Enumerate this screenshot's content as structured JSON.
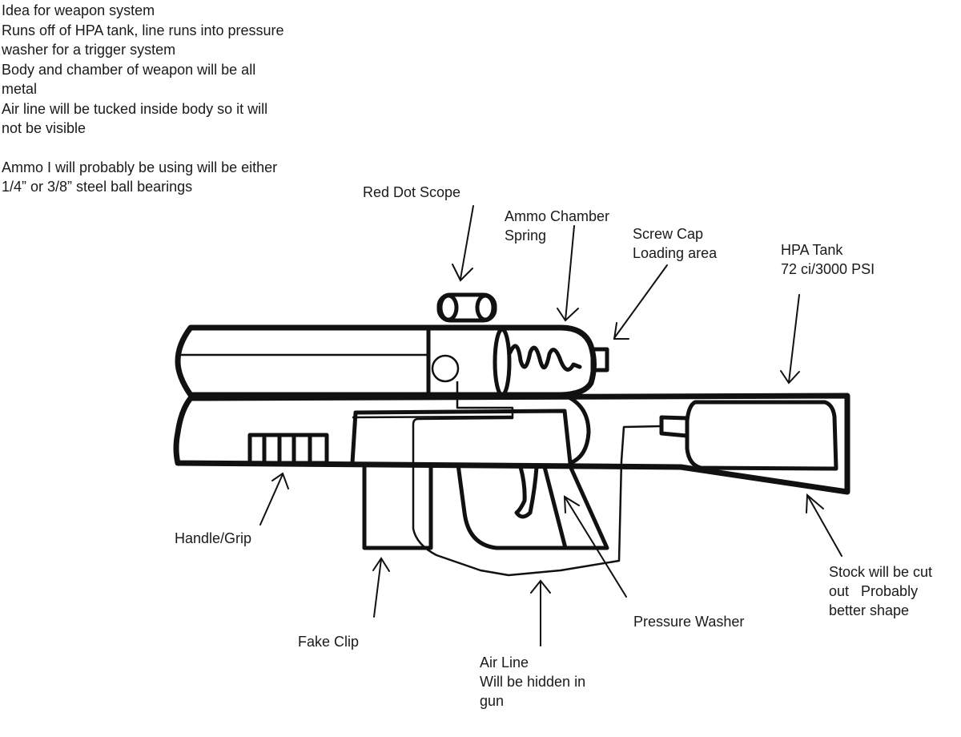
{
  "notes": {
    "lines": [
      "Idea for weapon system",
      "Runs off of HPA tank, line runs into pressure",
      "washer for a trigger system",
      "Body and chamber of weapon will be all",
      "metal",
      "Air line will be tucked inside body so it will",
      "not be visible",
      "",
      "Ammo I will probably be using will be either",
      "1/4” or 3/8” steel ball bearings"
    ]
  },
  "labels": {
    "red_dot_scope": [
      "Red Dot Scope"
    ],
    "ammo_chamber_spring": [
      "Ammo Chamber",
      "Spring"
    ],
    "screw_cap": [
      "Screw Cap",
      "Loading area"
    ],
    "hpa_tank": [
      "HPA Tank",
      "72 ci/3000 PSI"
    ],
    "handle_grip": [
      "Handle/Grip"
    ],
    "fake_clip": [
      "Fake Clip"
    ],
    "air_line": [
      "Air Line",
      "Will be hidden in",
      "gun"
    ],
    "pressure_washer": [
      "Pressure Washer"
    ],
    "stock": [
      "Stock will be cut",
      "out   Probably",
      "better shape"
    ]
  }
}
